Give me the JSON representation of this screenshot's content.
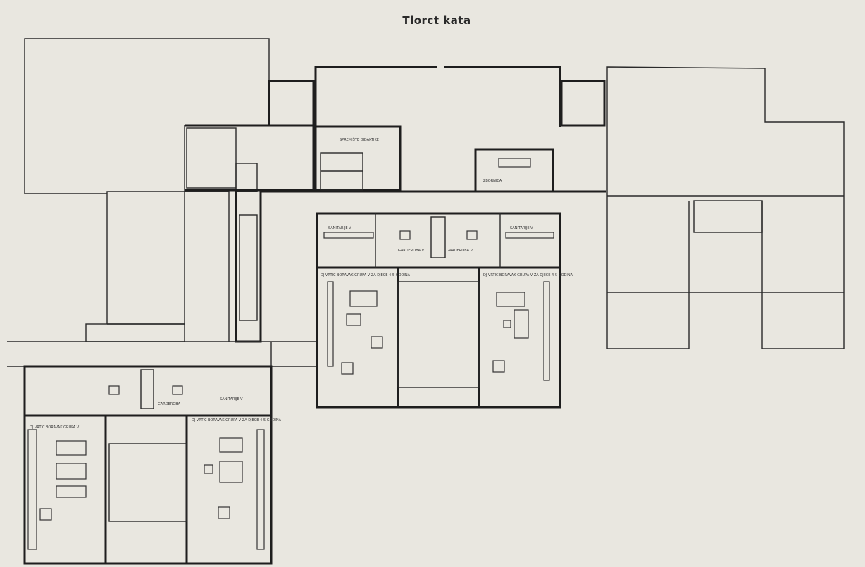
{
  "title": "Tlorct kata",
  "labels": {
    "storage": "SPREMIŠTE DIDAKTIKE",
    "staff_room": "ZBORNICA",
    "sanitary_left": "SANITARIJE V",
    "sanitary_right": "SANITARIJE V",
    "wardrobe_left": "GARDEROBA V",
    "wardrobe_right": "GARDEROBA V",
    "group_room_left": "DJ VRTIC BORAVAK GRUPA V ZA DJECE 4-5 GODINA",
    "group_room_right": "DJ VRTIC BORAVAK GRUPA V ZA DJECE 4-5 GODINA",
    "lower_sanitary": "SANITARIJE V",
    "lower_wardrobe": "GARDEROBA",
    "lower_group_left": "DJ VRTIC BORAVAK GRUPA V",
    "lower_group_right": "DJ VRTIC BORAVAK GRUPA V ZA DJECE 4-5 GODINA"
  }
}
